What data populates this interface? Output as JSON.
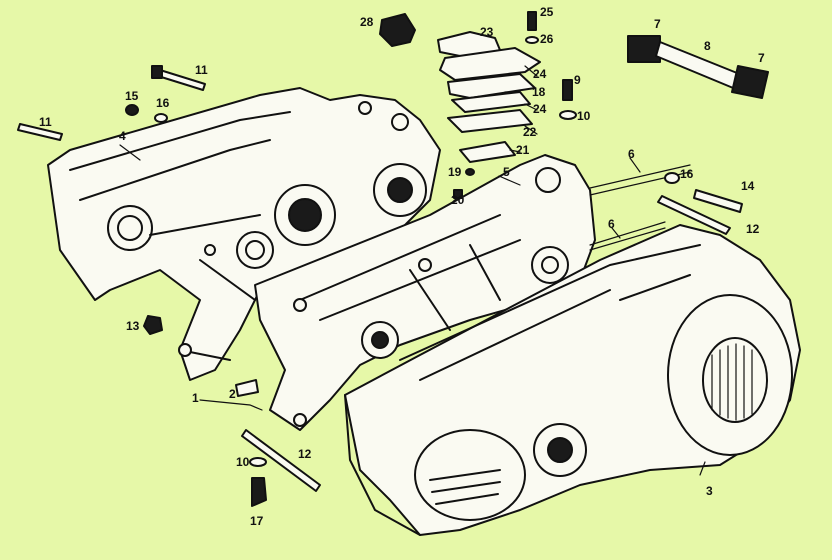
{
  "diagram": {
    "colors": {
      "background": "#e6f8a8",
      "ink": "#111111",
      "paper": "#fafaf2"
    },
    "callouts": {
      "c1": "1",
      "c2": "2",
      "c3": "3",
      "c4": "4",
      "c5": "5",
      "c6a": "6",
      "c6b": "6",
      "c7a": "7",
      "c7b": "7",
      "c8": "8",
      "c9": "9",
      "c10a": "10",
      "c10b": "10",
      "c11a": "11",
      "c11b": "11",
      "c12a": "12",
      "c12b": "12",
      "c13": "13",
      "c14": "14",
      "c15": "15",
      "c16a": "16",
      "c16b": "16",
      "c17": "17",
      "c18": "18",
      "c19": "19",
      "c20": "20",
      "c21": "21",
      "c22": "22",
      "c23": "23",
      "c24a": "24",
      "c24b": "24",
      "c25": "25",
      "c26": "26",
      "c28": "28"
    }
  }
}
